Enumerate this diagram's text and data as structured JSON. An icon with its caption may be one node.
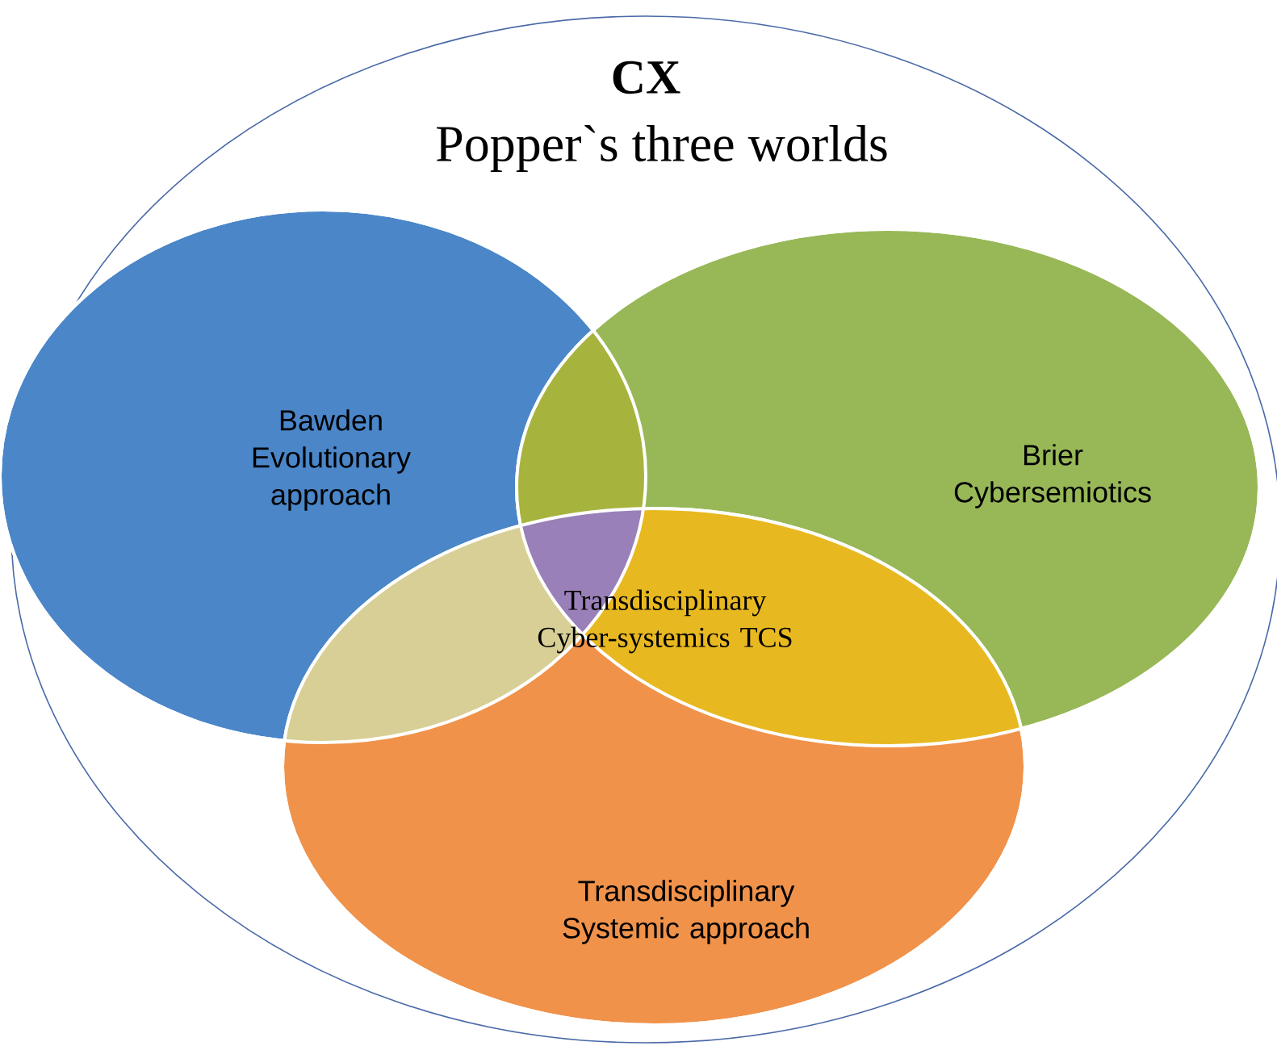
{
  "diagram": {
    "nodes": [
      {
        "text": [
          "CX",
          "Popper`s three worlds"
        ]
      },
      {
        "text": [
          "Bawden Evolutionary approach"
        ],
        "in": 0
      },
      {
        "text": [
          "Brier Cybersemiotics"
        ],
        "in": 0
      },
      {
        "text": [
          "Transdisciplinary Systemic approach"
        ],
        "in": 0
      }
    ],
    "labels": [
      "Transdisciplinary Cyber-systemics TCS"
    ]
  }
}
